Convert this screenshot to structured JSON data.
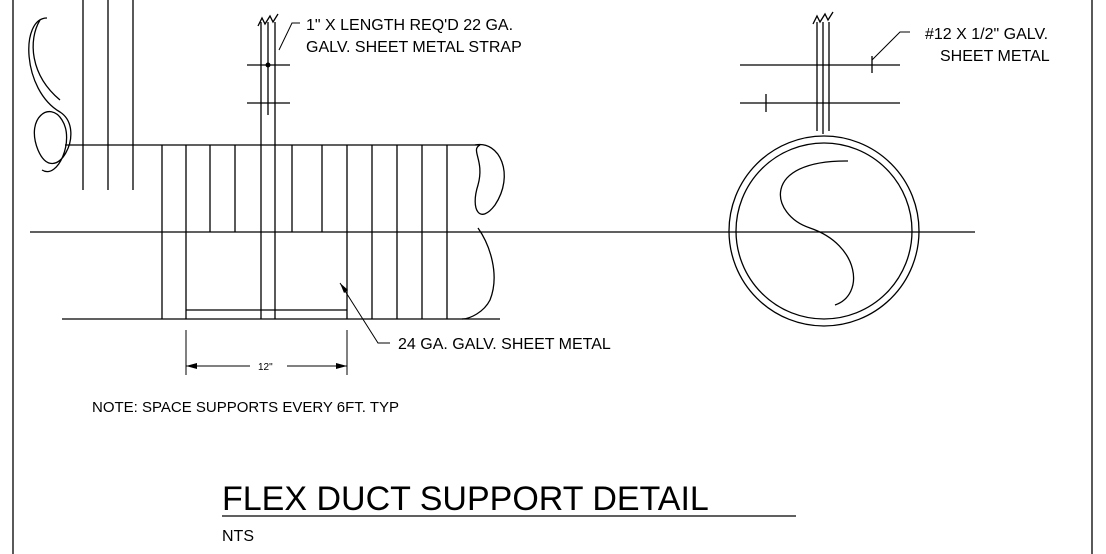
{
  "labels": {
    "strap_line1": "1\" X LENGTH REQ'D 22 GA.",
    "strap_line2": "GALV. SHEET METAL STRAP",
    "screw_line1": "#12 X 1/2\" GALV.",
    "screw_line2": "SHEET METAL",
    "sheet_metal": "24 GA. GALV. SHEET METAL",
    "dimension": "12\"",
    "note": "NOTE: SPACE SUPPORTS EVERY 6FT. TYP",
    "title": "FLEX DUCT SUPPORT DETAIL",
    "scale": "NTS"
  }
}
